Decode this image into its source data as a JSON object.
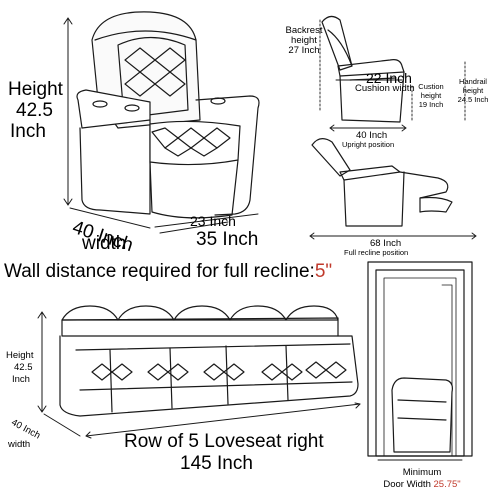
{
  "colors": {
    "accent": "#c0392b",
    "line": "#1a1a1a"
  },
  "main_chair": {
    "height_label": "Height",
    "height_value": "42.5",
    "height_unit": "Inch",
    "depth_value": "40 Inch",
    "depth_unit": "width",
    "seat_width": "23 Inch",
    "overall_width": "35 Inch"
  },
  "side_view": {
    "backrest_label": "Backrest",
    "backrest_sub": "height",
    "backrest_value": "27 Inch",
    "cushion_width_value": "22 Inch",
    "cushion_width_label": "Cushion width",
    "cushion_height_label": "Custion",
    "cushion_height_sub": "height",
    "cushion_height_value": "19 Inch",
    "handrail_label": "Handrail",
    "handrail_sub": "height",
    "handrail_value": "24.5 Inch",
    "upright_value": "40 Inch",
    "upright_label": "Upright position"
  },
  "recline_view": {
    "value": "68 Inch",
    "label": "Full recline position"
  },
  "wall_note": {
    "text": "Wall distance required for full recline:",
    "value": "5\""
  },
  "row": {
    "height_label": "Height",
    "height_value": "42.5",
    "height_unit": "Inch",
    "depth_value": "40 Inch",
    "depth_unit": "width",
    "title": "Row of 5 Loveseat right",
    "width_value": "145 Inch"
  },
  "door": {
    "label_line1": "Minimum",
    "label_line2": "Door Width",
    "value": "25.75\""
  }
}
